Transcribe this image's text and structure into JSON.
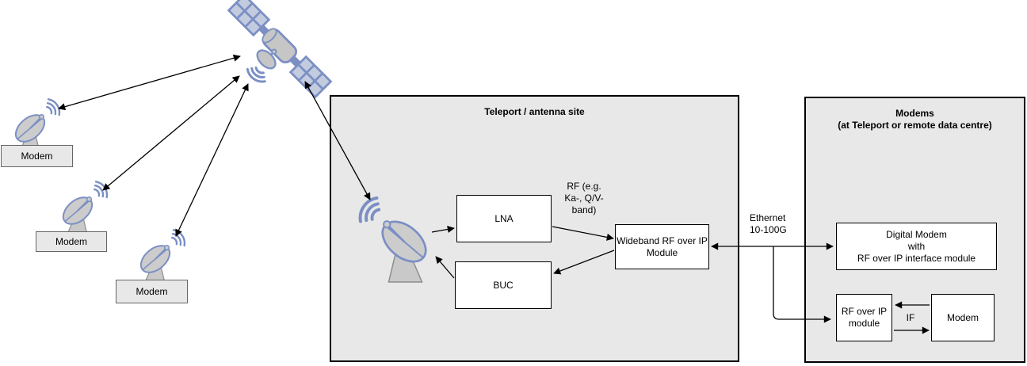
{
  "colors": {
    "accent_blue": "#7b8fc4",
    "panel_fill": "#c3cbdf",
    "metal_fill": "#c9c9c9",
    "box_fill_gray": "#e8e8e8",
    "box_border_dark": "#666666",
    "line_black": "#000000",
    "white": "#ffffff"
  },
  "icons": {
    "satellite": "satellite-icon",
    "ground_dish": "satellite-dish-icon",
    "teleport_antenna": "large-antenna-icon"
  },
  "remote_sites": {
    "modems": [
      {
        "label": "Modem"
      },
      {
        "label": "Modem"
      },
      {
        "label": "Modem"
      }
    ]
  },
  "teleport": {
    "title": "Teleport / antenna site",
    "lna_label": "LNA",
    "buc_label": "BUC",
    "rf_band_label": "RF (e.g.\nKa-, Q/V-\nband)",
    "wideband_label": "Wideband RF over IP\nModule"
  },
  "link": {
    "ethernet_label": "Ethernet\n10-100G"
  },
  "modems_site": {
    "title": "Modems\n(at Teleport or remote data centre)",
    "digital_modem_label": "Digital Modem\nwith\nRF over IP interface module",
    "rf_over_ip_label": "RF over IP\nmodule",
    "modem_label": "Modem",
    "if_label": "IF"
  }
}
